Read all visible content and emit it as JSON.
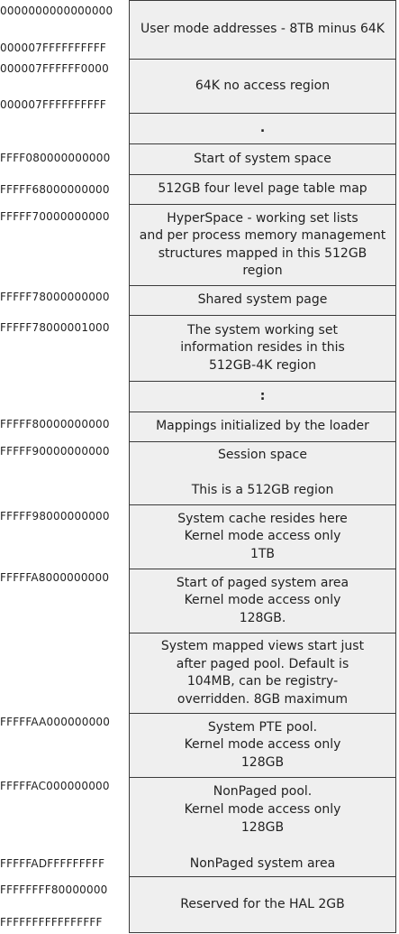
{
  "rows": [
    {
      "text": "User mode addresses - 8TB minus 64K"
    },
    {
      "text": "64K no access region"
    },
    {
      "text": "."
    },
    {
      "text": "Start of system space"
    },
    {
      "text": "512GB four level page table map"
    },
    {
      "text": "HyperSpace - working set lists\nand per process memory management\nstructures mapped in this 512GB\nregion"
    },
    {
      "text": "Shared system page"
    },
    {
      "text": "The system working set\ninformation resides in this\n512GB-4K region"
    },
    {
      "text": ":"
    },
    {
      "text": "Mappings initialized by the loader"
    },
    {
      "text": "Session space\n\nThis is a 512GB region"
    },
    {
      "text": "System cache resides here\nKernel mode access only\n1TB"
    },
    {
      "text": "Start of paged system area\nKernel mode access only\n128GB."
    },
    {
      "text": "System mapped views start just\nafter paged pool. Default is\n104MB, can be registry-\noverridden. 8GB maximum"
    },
    {
      "text": "System PTE pool.\nKernel mode access only\n128GB"
    },
    {
      "text": "NonPaged pool.\nKernel mode access only\n128GB\n\nNonPaged system area"
    },
    {
      "text": "Reserved for the HAL 2GB"
    }
  ],
  "addresses": [
    "0000000000000000",
    "000007FFFFFFFFFF",
    "000007FFFFFF0000",
    "000007FFFFFFFFFF",
    "FFFF080000000000",
    "FFFFF68000000000",
    "FFFFF70000000000",
    "FFFFF78000000000",
    "FFFFF78000001000",
    "FFFFF80000000000",
    "FFFFF90000000000",
    "FFFFF98000000000",
    "FFFFFA8000000000",
    "FFFFFAA000000000",
    "FFFFFAC000000000",
    "FFFFFADFFFFFFFFF",
    "FFFFFFFF80000000",
    "FFFFFFFFFFFFFFFF"
  ]
}
